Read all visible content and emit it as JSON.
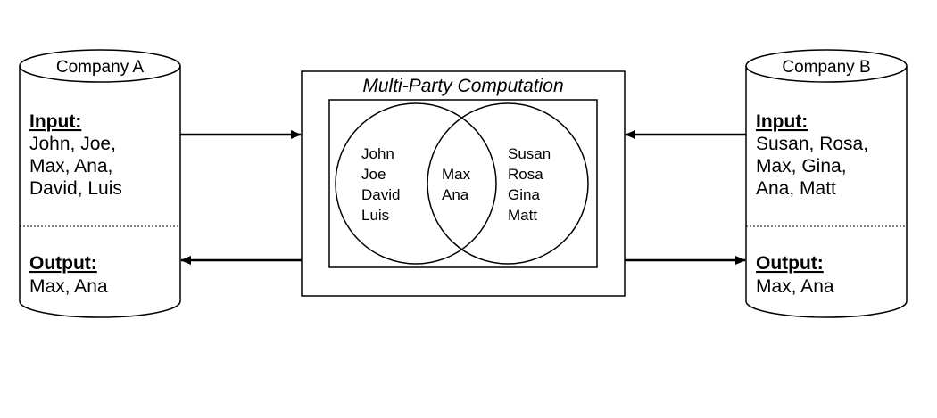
{
  "company_a": {
    "title": "Company A",
    "input_label": "Input:",
    "input_lines": [
      "John, Joe,",
      "Max, Ana,",
      "David, Luis"
    ],
    "output_label": "Output:",
    "output_lines": [
      "Max, Ana"
    ]
  },
  "company_b": {
    "title": "Company B",
    "input_label": "Input:",
    "input_lines": [
      "Susan, Rosa,",
      "Max, Gina,",
      "Ana, Matt"
    ],
    "output_label": "Output:",
    "output_lines": [
      "Max, Ana"
    ]
  },
  "mpc": {
    "title": "Multi-Party Computation",
    "left_only": [
      "John",
      "Joe",
      "David",
      "Luis"
    ],
    "intersection": [
      "Max",
      "Ana"
    ],
    "right_only": [
      "Susan",
      "Rosa",
      "Gina",
      "Matt"
    ]
  }
}
